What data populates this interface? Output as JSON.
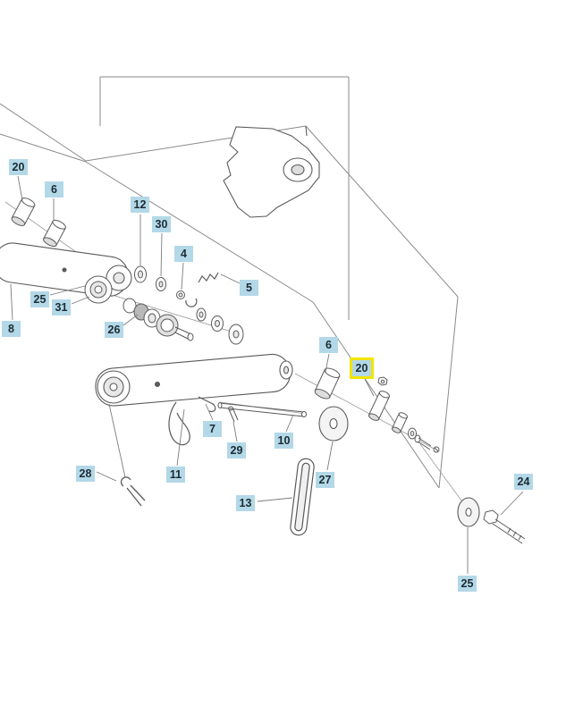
{
  "page": {
    "background_color": "#ffffff",
    "type_label": "exploded-parts-diagram"
  },
  "diagram": {
    "colors": {
      "label_background": "#b3d8e7",
      "label_text": "#1c2b33",
      "highlight_border": "#f2e400",
      "linework": "#6f6f6f"
    },
    "callouts": [
      {
        "id": "20-top-left",
        "text": "20",
        "highlighted": false
      },
      {
        "id": "6-top-left",
        "text": "6",
        "highlighted": false
      },
      {
        "id": "12",
        "text": "12",
        "highlighted": false
      },
      {
        "id": "30",
        "text": "30",
        "highlighted": false
      },
      {
        "id": "4",
        "text": "4",
        "highlighted": false
      },
      {
        "id": "5",
        "text": "5",
        "highlighted": false
      },
      {
        "id": "25-left",
        "text": "25",
        "highlighted": false
      },
      {
        "id": "31",
        "text": "31",
        "highlighted": false
      },
      {
        "id": "8",
        "text": "8",
        "highlighted": false
      },
      {
        "id": "26",
        "text": "26",
        "highlighted": false
      },
      {
        "id": "6-right",
        "text": "6",
        "highlighted": false
      },
      {
        "id": "20-highlighted",
        "text": "20",
        "highlighted": true
      },
      {
        "id": "7",
        "text": "7",
        "highlighted": false
      },
      {
        "id": "29",
        "text": "29",
        "highlighted": false
      },
      {
        "id": "10",
        "text": "10",
        "highlighted": false
      },
      {
        "id": "11",
        "text": "11",
        "highlighted": false
      },
      {
        "id": "28",
        "text": "28",
        "highlighted": false
      },
      {
        "id": "27",
        "text": "27",
        "highlighted": false
      },
      {
        "id": "13",
        "text": "13",
        "highlighted": false
      },
      {
        "id": "24",
        "text": "24",
        "highlighted": false
      },
      {
        "id": "25-bottom",
        "text": "25",
        "highlighted": false
      }
    ]
  }
}
